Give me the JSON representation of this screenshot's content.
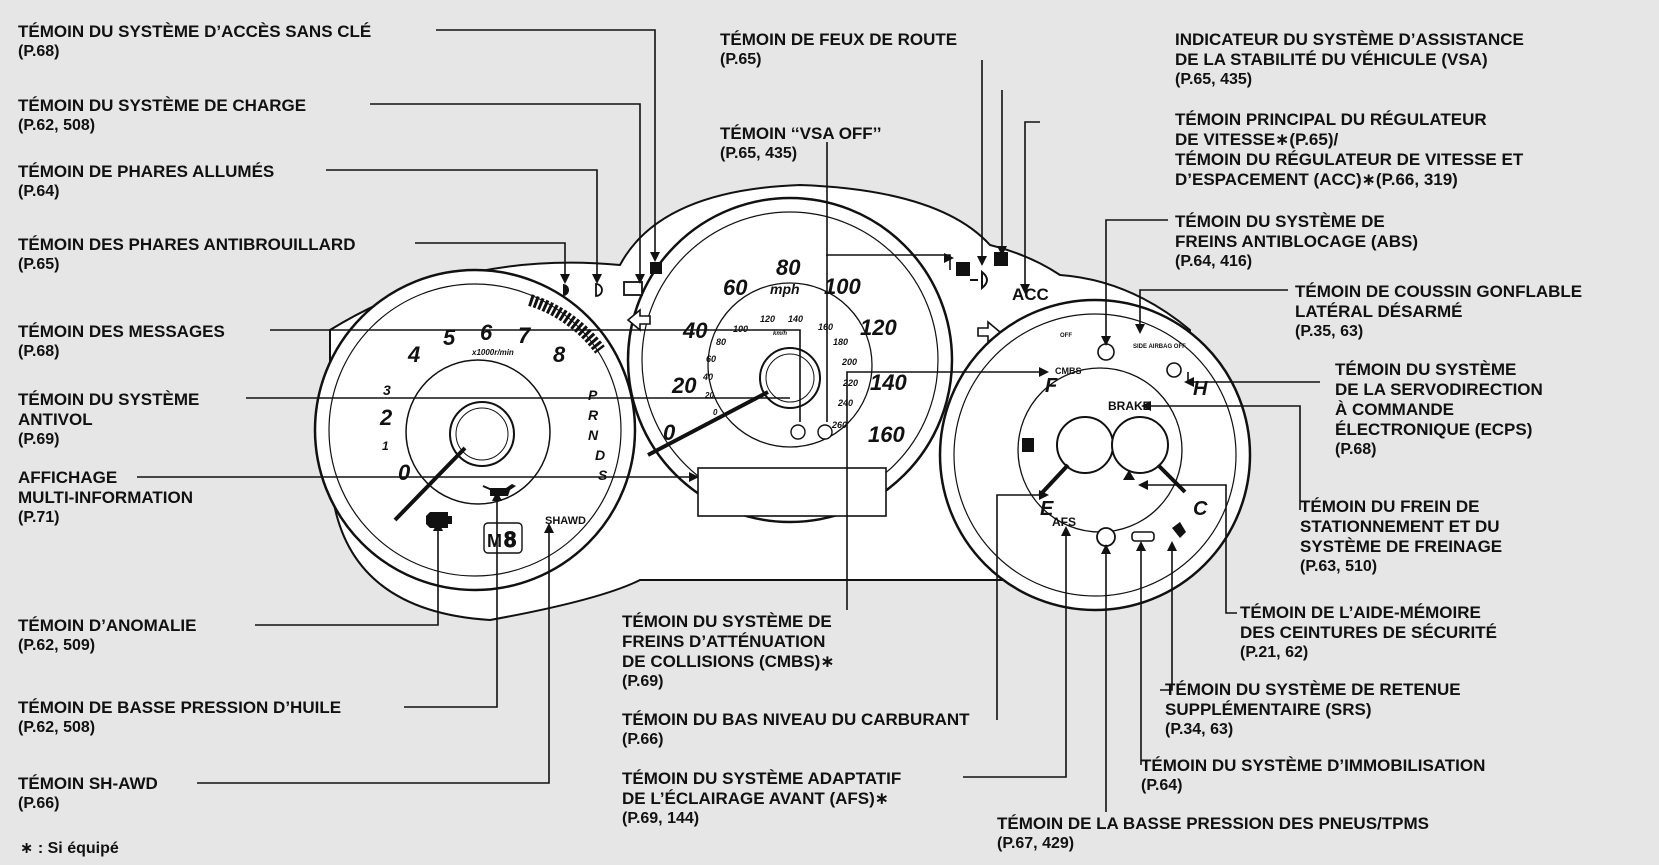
{
  "labels": {
    "keyless": {
      "title": "TÉMOIN DU SYSTÈME D’ACCÈS SANS CLÉ",
      "page": "(P.68)"
    },
    "charge": {
      "title": "TÉMOIN DU SYSTÈME DE CHARGE",
      "page": "(P.62, 508)"
    },
    "lights_on": {
      "title": "TÉMOIN DE PHARES ALLUMÉS",
      "page": "(P.64)"
    },
    "fog": {
      "title": "TÉMOIN DES PHARES ANTIBROUILLARD",
      "page": "(P.65)"
    },
    "messages": {
      "title": "TÉMOIN DES MESSAGES",
      "page": "(P.68)"
    },
    "antitheft": {
      "l1": "TÉMOIN DU SYSTÈME",
      "l2": "ANTIVOL",
      "page": "(P.69)"
    },
    "mid": {
      "l1": "AFFICHAGE",
      "l2": "MULTI-INFORMATION",
      "page": "(P.71)"
    },
    "malfunction": {
      "title": "TÉMOIN D’ANOMALIE",
      "page": "(P.62, 509)"
    },
    "oil": {
      "title": "TÉMOIN DE BASSE PRESSION D’HUILE",
      "page": "(P.62, 508)"
    },
    "shawd": {
      "title": "TÉMOIN SH-AWD",
      "page": "(P.66)"
    },
    "footnote": "∗ : Si équipé",
    "high_beam": {
      "title": "TÉMOIN DE FEUX DE ROUTE",
      "page": "(P.65)"
    },
    "vsa_off": {
      "title": "TÉMOIN ‘‘VSA OFF’’",
      "page": "(P.65, 435)"
    },
    "cmbs": {
      "l1": "TÉMOIN DU SYSTÈME DE",
      "l2": "FREINS D’ATTÉNUATION",
      "l3": "DE COLLISIONS (CMBS)∗",
      "page": "(P.69)"
    },
    "fuel": {
      "title": "TÉMOIN DU BAS NIVEAU DU CARBURANT",
      "page": "(P.66)"
    },
    "afs": {
      "l1": "TÉMOIN DU SYSTÈME ADAPTATIF",
      "l2": "DE L’ÉCLAIRAGE AVANT (AFS)∗",
      "page": "(P.69, 144)"
    },
    "tpms": {
      "title": "TÉMOIN DE LA BASSE PRESSION DES PNEUS/TPMS",
      "page": "(P.67, 429)"
    },
    "vsa": {
      "l1": "INDICATEUR DU SYSTÈME D’ASSISTANCE",
      "l2": "DE LA STABILITÉ DU VÉHICULE (VSA)",
      "page": "(P.65, 435)"
    },
    "cruise": {
      "l1": "TÉMOIN PRINCIPAL DU RÉGULATEUR",
      "l2": "DE VITESSE∗(P.65)/",
      "l3": "TÉMOIN DU RÉGULATEUR DE VITESSE ET",
      "l4": "D’ESPACEMENT (ACC)∗(P.66, 319)"
    },
    "abs": {
      "l1": "TÉMOIN DU SYSTÈME DE",
      "l2": "FREINS ANTIBLOCAGE (ABS)",
      "page": "(P.64, 416)"
    },
    "side_airbag": {
      "l1": "TÉMOIN DE COUSSIN GONFLABLE",
      "l2": "LATÉRAL DÉSARMÉ",
      "page": "(P.35, 63)"
    },
    "eps": {
      "l1": "TÉMOIN DU SYSTÈME",
      "l2": "DE LA SERVODIRECTION",
      "l3": "À COMMANDE",
      "l4": "ÉLECTRONIQUE (ECPS)",
      "page": "(P.68)"
    },
    "brake": {
      "l1": "TÉMOIN DU FREIN DE",
      "l2": "STATIONNEMENT ET DU",
      "l3": "SYSTÈME DE FREINAGE",
      "page": "(P.63, 510)"
    },
    "belt": {
      "l1": "TÉMOIN DE L’AIDE-MÉMOIRE",
      "l2": "DES CEINTURES DE SÉCURITÉ",
      "page": "(P.21, 62)"
    },
    "srs": {
      "l1": "TÉMOIN DU SYSTÈME DE RETENUE",
      "l2": "SUPPLÉMENTAIRE (SRS)",
      "page": "(P.34, 63)"
    },
    "immobilizer": {
      "title": "TÉMOIN DU SYSTÈME D’IMMOBILISATION",
      "page": "(P.64)"
    }
  },
  "gauges": {
    "tach_numbers": [
      "0",
      "1",
      "2",
      "3",
      "4",
      "5",
      "6",
      "7",
      "8"
    ],
    "tach_unit": "x1000r/min",
    "gear_letters": [
      "P",
      "R",
      "N",
      "D",
      "S"
    ],
    "gear_display": "M",
    "gear_display_digit": "8",
    "shawd": "SHAWD",
    "speed_mph": [
      "0",
      "20",
      "40",
      "60",
      "80",
      "100",
      "120",
      "140",
      "160"
    ],
    "speed_unit": "mph",
    "speed_kmh": [
      "0",
      "20",
      "40",
      "60",
      "80",
      "100",
      "120",
      "140",
      "160",
      "180",
      "200",
      "220",
      "240",
      "260"
    ],
    "speed_kmh_unit": "km/h",
    "acc": "ACC",
    "cmbs": "CMBS",
    "brake": "BRAKE",
    "afs": "AFS",
    "fuel_f": "F",
    "fuel_e": "E",
    "temp_h": "H",
    "temp_c": "C",
    "side_airbag": "SIDE AIRBAG OFF",
    "vsa_off": "OFF"
  }
}
